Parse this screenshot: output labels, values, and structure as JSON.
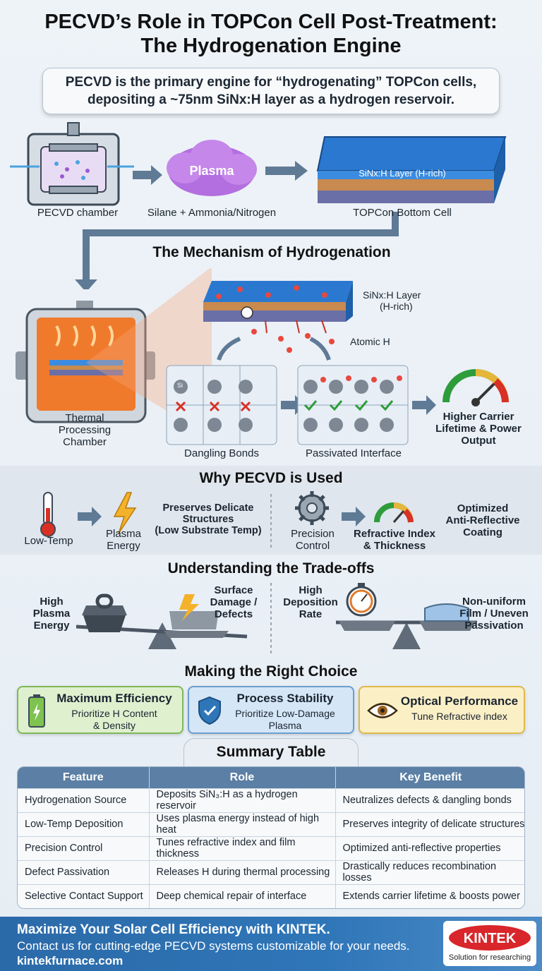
{
  "title_line1": "PECVD’s Role in TOPCon Cell Post-Treatment:",
  "title_line2": "The Hydrogenation Engine",
  "subtitle_line1": "PECVD is the primary engine for “hydrogenating” TOPCon cells,",
  "subtitle_line2": "depositing a ~75nm SiNx:H layer as a hydrogen reservoir.",
  "top_flow": {
    "chamber_label": "PECVD chamber",
    "plasma_label": "Plasma",
    "gas_label": "Silane + Ammonia/Nitrogen",
    "cell_label": "TOPCon Bottom Cell",
    "layer_label": "SiNx:H Layer (H-rich)"
  },
  "mechanism": {
    "heading": "The Mechanism of Hydrogenation",
    "layer_label_line1": "SiNx:H Layer",
    "layer_label_line2": "(H-rich)",
    "atomic_h": "Atomic H",
    "chamber_line1": "Thermal",
    "chamber_line2": "Processing",
    "chamber_line3": "Chamber",
    "si": "Si",
    "dangling": "Dangling Bonds",
    "passivated": "Passivated Interface",
    "output_line1": "Higher Carrier",
    "output_line2": "Lifetime & Power",
    "output_line3": "Output"
  },
  "why": {
    "heading": "Why PECVD is Used",
    "low_temp": "Low-Temp",
    "plasma_line1": "Plasma",
    "plasma_line2": "Energy",
    "preserves_line1": "Preserves Delicate",
    "preserves_line2": "Structures",
    "preserves_line3": "(Low Substrate Temp)",
    "precision_line1": "Precision",
    "precision_line2": "Control",
    "refr_line1": "Refractive Index",
    "refr_line2": "& Thickness",
    "opt_line1": "Optimized",
    "opt_line2": "Anti-Reflective",
    "opt_line3": "Coating"
  },
  "tradeoffs": {
    "heading": "Understanding the Trade-offs",
    "hpe_line1": "High",
    "hpe_line2": "Plasma",
    "hpe_line3": "Energy",
    "sd_line1": "Surface",
    "sd_line2": "Damage /",
    "sd_line3": "Defects",
    "hdr_line1": "High",
    "hdr_line2": "Deposition",
    "hdr_line3": "Rate",
    "nu_line1": "Non-uniform",
    "nu_line2": "Film / Uneven",
    "nu_line3": "Passivation"
  },
  "choice": {
    "heading": "Making the Right Choice",
    "cards": [
      {
        "title": "Maximum Efficiency",
        "sub1": "Prioritize H Content",
        "sub2": "& Density"
      },
      {
        "title": "Process Stability",
        "sub1": "Prioritize Low-Damage",
        "sub2": "Plasma"
      },
      {
        "title": "Optical Performance",
        "sub1": "Tune Refractive index",
        "sub2": ""
      }
    ]
  },
  "summary": {
    "heading": "Summary Table",
    "headers": [
      "Feature",
      "Role",
      "Key Benefit"
    ],
    "rows": [
      [
        "Hydrogenation Source",
        "Deposits SiN₃:H as a hydrogen reservoir",
        "Neutralizes defects & dangling bonds"
      ],
      [
        "Low-Temp Deposition",
        "Uses plasma energy instead of high heat",
        "Preserves integrity of delicate structures"
      ],
      [
        "Precision Control",
        "Tunes refractive index and film thickness",
        "Optimized anti-reflective properties"
      ],
      [
        "Defect Passivation",
        "Releases H during thermal processing",
        "Drastically reduces recombination losses"
      ],
      [
        "Selective Contact Support",
        "Deep chemical repair of interface",
        "Extends carrier lifetime & boosts power"
      ]
    ]
  },
  "footer": {
    "line1": "Maximize Your Solar Cell Efficiency with KINTEK.",
    "line2": "Contact us for cutting-edge PECVD systems customizable for your needs.",
    "line3": "kintekfurnace.com",
    "logo": "KINTEK",
    "tagline": "Solution for researching"
  },
  "colors": {
    "accent_blue": "#2f76b8",
    "green_card": "#dff0cf",
    "blue_card": "#d5e6f6",
    "yellow_card": "#fbefc6",
    "logo_red": "#d8262b"
  }
}
